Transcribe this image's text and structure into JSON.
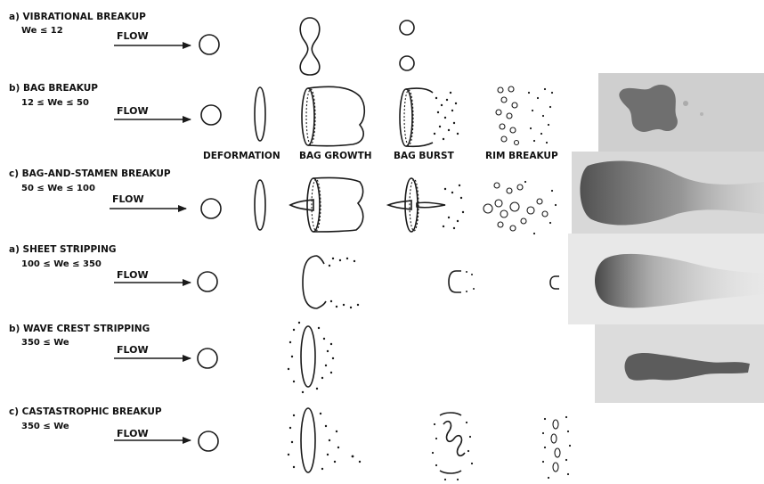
{
  "rows": [
    {
      "title": "a) VIBRATIONAL BREAKUP",
      "weber": "We ≤ 12",
      "flow": "FLOW"
    },
    {
      "title": "b) BAG BREAKUP",
      "weber": "12 ≤ We ≤ 50",
      "flow": "FLOW"
    },
    {
      "title": "c) BAG-AND-STAMEN BREAKUP",
      "weber": "50 ≤ We ≤ 100",
      "flow": "FLOW"
    },
    {
      "title": "a) SHEET STRIPPING",
      "weber": "100 ≤ We ≤ 350",
      "flow": "FLOW"
    },
    {
      "title": "b) WAVE CREST STRIPPING",
      "weber": "350 ≤ We",
      "flow": "FLOW"
    },
    {
      "title": "c) CASTASTROPHIC BREAKUP",
      "weber": "350 ≤ We",
      "flow": "FLOW"
    }
  ],
  "stages": [
    "DEFORMATION",
    "BAG GROWTH",
    "BAG BURST",
    "RIM BREAKUP"
  ],
  "colors": {
    "ink": "#1a1a1a",
    "background": "#ffffff",
    "photo_bg": "#d4d4d4",
    "photo_blob": "#5a5a5a"
  }
}
